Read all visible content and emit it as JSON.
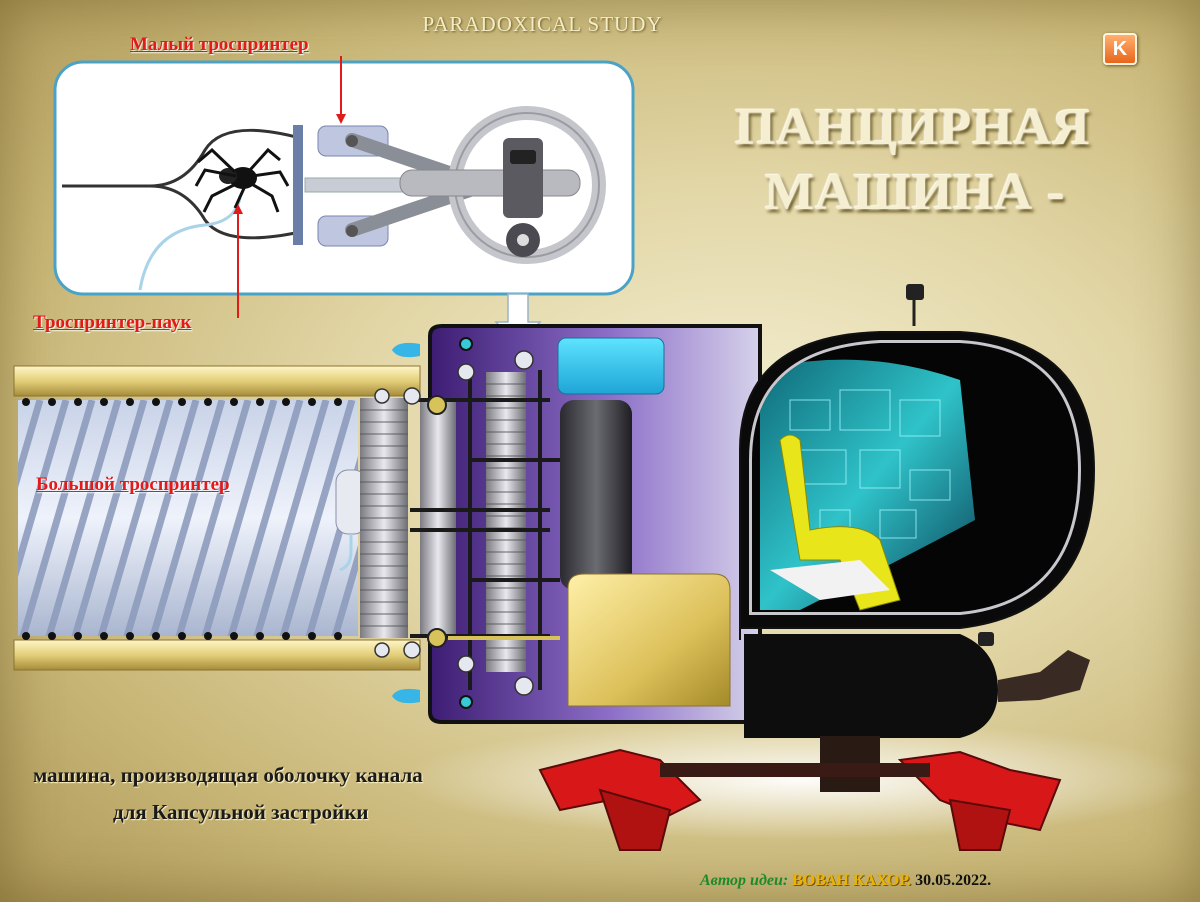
{
  "header": {
    "label": "PARADOXICAL STUDY",
    "logo_letter": "K"
  },
  "title": {
    "line1": "ПАНЦИРНАЯ",
    "line2": "МАШИНА -"
  },
  "callouts": {
    "small_trosprinter": "Малый троспринтер",
    "spider_trosprinter": "Троспринтер-паук",
    "large_trosprinter": "Большой троспринтер"
  },
  "description": {
    "line1": "машина, производящая оболочку канала",
    "line2": "для Капсульной застройки"
  },
  "author": {
    "label": "Автор идеи:",
    "name": "ВОВАН КАХОР.",
    "date": "30.05.2022."
  },
  "colors": {
    "callout_red": "#e11a1a",
    "hull_purple": "#6a3fa0",
    "cockpit_cyan": "#36c9d6",
    "author_green": "#1d8a2a",
    "author_gold": "#e8b400"
  }
}
